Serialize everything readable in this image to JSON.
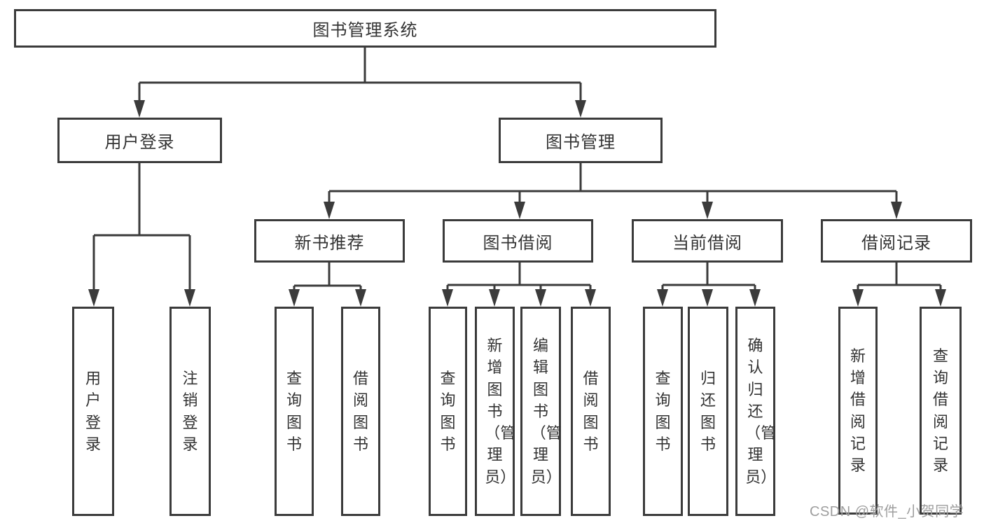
{
  "diagram": {
    "root": {
      "label": "图书管理系统"
    },
    "level2": [
      {
        "label": "用户登录",
        "children": [
          {
            "label": "用户登录"
          },
          {
            "label": "注销登录"
          }
        ]
      },
      {
        "label": "图书管理",
        "children": [
          {
            "label": "新书推荐",
            "children": [
              {
                "label": "查询图书"
              },
              {
                "label": "借阅图书"
              }
            ]
          },
          {
            "label": "图书借阅",
            "children": [
              {
                "label": "查询图书"
              },
              {
                "label": "新增图书（管理员）"
              },
              {
                "label": "编辑图书（管理员）"
              },
              {
                "label": "借阅图书"
              }
            ]
          },
          {
            "label": "当前借阅",
            "children": [
              {
                "label": "查询图书"
              },
              {
                "label": "归还图书"
              },
              {
                "label": "确认归还（管理员）"
              }
            ]
          },
          {
            "label": "借阅记录",
            "children": [
              {
                "label": "新增借阅记录"
              },
              {
                "label": "查询借阅记录"
              }
            ]
          }
        ]
      }
    ]
  },
  "watermark": {
    "text": "CSDN @软件_小贺同学"
  },
  "colors": {
    "line": "#3b3b3b",
    "box_border": "#3b3b3b",
    "text": "#333333",
    "watermark_text": "#9e9e9e",
    "background": "#ffffff"
  }
}
